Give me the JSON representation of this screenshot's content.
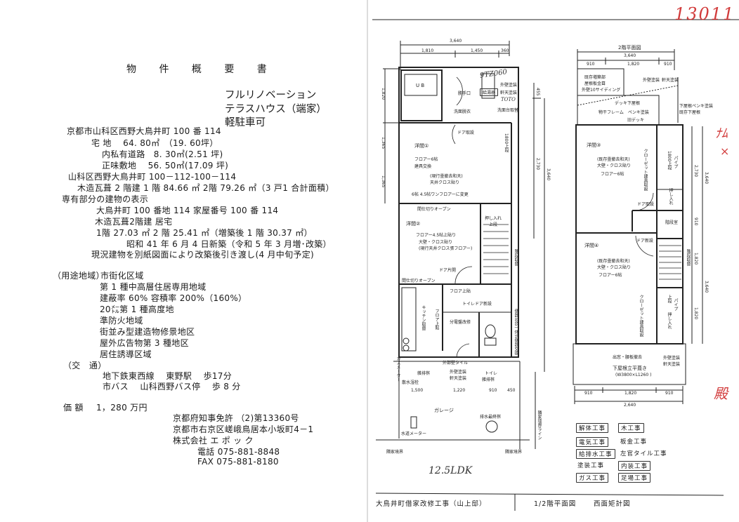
{
  "summary": {
    "title": "物 件 概 要 書",
    "headline": [
      "フルリノベーション",
      "テラスハウス（端家）",
      "軽駐車可"
    ],
    "lines": [
      "京都市山科区西野大鳥井町 100 番 114",
      "宅 地　 64. 80㎡　（19. 60坪）",
      "内私有道路　8. 30㎡(2.51 坪)",
      "正味敷地　 56. 50㎡(17.09 坪)",
      "山科区西野大鳥井町 100－112-100－114",
      "木造瓦葺 2 階建  1 階  84.66 ㎡  2階  79.26 ㎡（3 戸1  合計面積）",
      "専有部分の建物の表示",
      "大鳥井町 100 番地 114  家屋番号  100 番 114",
      "木造瓦葺2階建  居宅",
      "1階  27.03 ㎡  2 階  25.41 ㎡（増築後 1 階  30.37 ㎡）",
      "昭和 41 年 6 月 4 日新築（令和 5 年 3 月増･改築）",
      "現況建物を別紙図面により改築後引き渡し(4 月中旬予定)"
    ],
    "zoning_label": "（用途地域）",
    "zoning": [
      "市街化区域",
      "第 1 種中高層住居専用地域",
      "建蔽率  60%  容積率  200%（160%）",
      "20㍍第 1 種高度地",
      "準防火地域",
      "街並み型建造物修景地区",
      "屋外広告物第 3 種地区",
      "居住誘導区域"
    ],
    "transport_label": "（交　通）",
    "transport": [
      "地下鉄東西線　 東野駅　 歩17分",
      "市バス　 山科西野バス停　 歩 8 分"
    ],
    "price_label": "価 額",
    "price": "1，280  万円",
    "company": [
      "京都府知事免許 （2)第13360号",
      "京都市右京区嵯峨鳥居本小坂町4－1",
      "株式会社 エ ポ ッ ク"
    ],
    "phone": "電話  075-881-8848",
    "fax": "FAX  075-881-8180"
  },
  "plan": {
    "f1": {
      "dim_total": "3,640",
      "dim_a": "1,810",
      "dim_b": "1,450",
      "dim_c": "360",
      "dim_l1": "1,820",
      "dim_l2": "1,365",
      "dim_l3": "1,365",
      "dim_r1": "2,730",
      "dim_r2": "3,640",
      "dim_r3": "455",
      "ub": "U B",
      "katteguchi": "勝手口",
      "kyutoki": "給湯器",
      "gaiheki": "外壁塗装",
      "nokiten": "軒天塗装",
      "senmen": "洗面台取替",
      "datsui": "洗面脱衣",
      "door1": "ドア取設",
      "room1": "洋間①",
      "room1_a": "フロアー6帖",
      "room1_b": "建具交換",
      "room1_c": "(現行畳撤去和天)",
      "room1_d": "天井クロス貼り",
      "room1_e": "6帖 4.5帖ワンフロアーに変更",
      "partition1": "間仕切りオープン",
      "room2": "洋間②",
      "room2_a": "フロアー4.5帖上貼り",
      "room2_b": "大壁・クロス貼り",
      "room2_c": "(現行天井クロス張フロアー)",
      "door2": "ドア片開",
      "oshiire": "押し入れ",
      "jodan": "上段",
      "partition2": "間仕切りオープン",
      "floor_up": "フロア上貼",
      "toilet_door": "トイレドア新設",
      "bunden": "分電盤改修",
      "kitchen": "キッチン取替",
      "floor_up2": "フロア上貼",
      "tile": "外部壁タイル",
      "zatsuhai": "雑排桝",
      "sansui": "散水湿栓",
      "gaiheki2": "外壁塗装",
      "nokiten2": "軒天塗装",
      "toilet": "トイレ",
      "zatsuhai2": "雑排桝",
      "stairs": "階段取替",
      "benki": "便器Toto一体式便器交換",
      "b1": "1,500",
      "b2": "1,220",
      "b3": "910",
      "b4": "450",
      "garage": "ガレージ",
      "haisui": "排水最終桝",
      "suido": "水道メーター",
      "rinka1": "隣家境界",
      "rinka2": "隣家境界",
      "rinka_line": "隣家境界ライン",
      "gas_meter": "ガスメーター",
      "closet_v": "1800上段"
    },
    "f2": {
      "title": "2階平面図",
      "dim_total": "3,640",
      "d1": "910",
      "d2": "1,820",
      "d3": "910",
      "ext_a": "既存増築部",
      "ext_b": "屋根板金葺",
      "ext_c": "外壁10サイディング",
      "gaiheki": "外壁塗装",
      "nokiten": "軒天塗装",
      "deck_roof": "デッキ下屋根",
      "monohoshi": "物干フレーム　ペンキ塗装",
      "old_deck": "旧デッキ",
      "shitayane_a": "下屋根ペンキ塗装",
      "shitayane_b": "既存下屋根",
      "room3": "洋間③",
      "room3_a": "(既存畳撤去和天)",
      "room3_b": "大壁・クロス貼り",
      "room3_c": "フロアー6帖",
      "closet1": "クローゼット建具取設",
      "jodan1": "1800上段",
      "pipe1": "パイプ",
      "oshiire1": "押し入れ",
      "door1": "ドア取設",
      "kaidan": "階段室",
      "door2": "ドア新設",
      "room4": "洋間④",
      "room4_a": "(既存畳撤去和天)",
      "room4_b": "大壁・クロス貼り",
      "room4_c": "フロアー6帖",
      "stairs": "階段取替",
      "jodan2": "上段",
      "pipe2": "パイプ",
      "oshiire2": "押し入れ",
      "closet2": "クローゼット建具取設",
      "demado": "出窓・腰板撤去",
      "gaiheki2": "外壁塗装",
      "nokiten2": "軒天塗装",
      "shitayane2": "下屋根立平葺き",
      "shitayane2_size": "(W3800×L1260 )",
      "b1": "910",
      "b2": "1,820",
      "b3": "910",
      "btotal": "2,640",
      "r1": "2,730",
      "r2": "3,640",
      "r3": "910",
      "r4": "1,820",
      "r5": "1,820",
      "r6": "3,640"
    }
  },
  "handwriting": {
    "number": "13011",
    "model": "9TZ060",
    "toto": "TOTO",
    "layout": "12.5LDK",
    "mark1": "ﾅﾑ",
    "mark2": "×",
    "mark3": "殿"
  },
  "works": [
    {
      "label": "解体工事",
      "boxed": true
    },
    {
      "label": "木工事",
      "boxed": true
    },
    {
      "label": "電気工事",
      "boxed": true
    },
    {
      "label": "板金工事",
      "boxed": false
    },
    {
      "label": "給排水工事",
      "boxed": true
    },
    {
      "label": "左官タイル工事",
      "boxed": false
    },
    {
      "label": "塗装工事",
      "boxed": false
    },
    {
      "label": "内装工事",
      "boxed": true
    },
    {
      "label": "ガス工事",
      "boxed": true
    },
    {
      "label": "足場工事",
      "boxed": true
    }
  ],
  "titleblock": {
    "project": "大鳥井町借家改修工事（山上邸）",
    "drawing1": "1/2階平面図",
    "drawing2": "西面矩計図"
  }
}
